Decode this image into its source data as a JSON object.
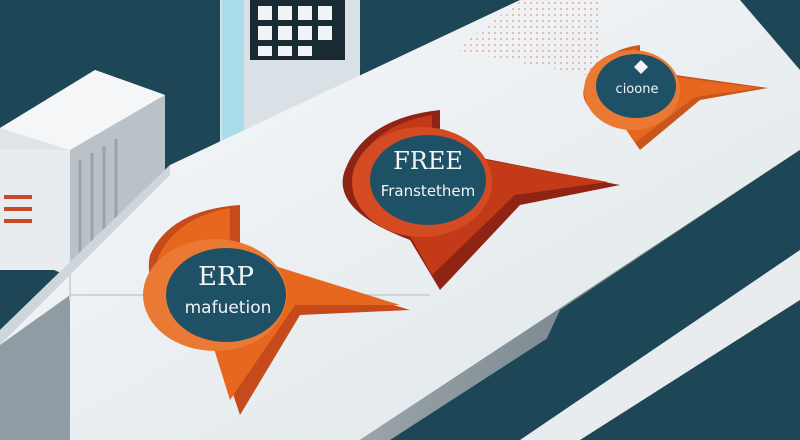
{
  "colors": {
    "background": "#1d4656",
    "platform": "#eef1f3",
    "badge_orange": "#e8671f",
    "badge_red": "#c23a17",
    "badge_center": "#1f5166",
    "label_text": "#f2f4f5"
  },
  "badges": [
    {
      "title": "ERP",
      "subtitle": "mafuetion",
      "color": "orange"
    },
    {
      "title": "FREE",
      "subtitle": "Franstethem",
      "color": "red"
    },
    {
      "title": "",
      "subtitle": "cioone",
      "icon": "diamond-icon",
      "color": "orange"
    }
  ]
}
